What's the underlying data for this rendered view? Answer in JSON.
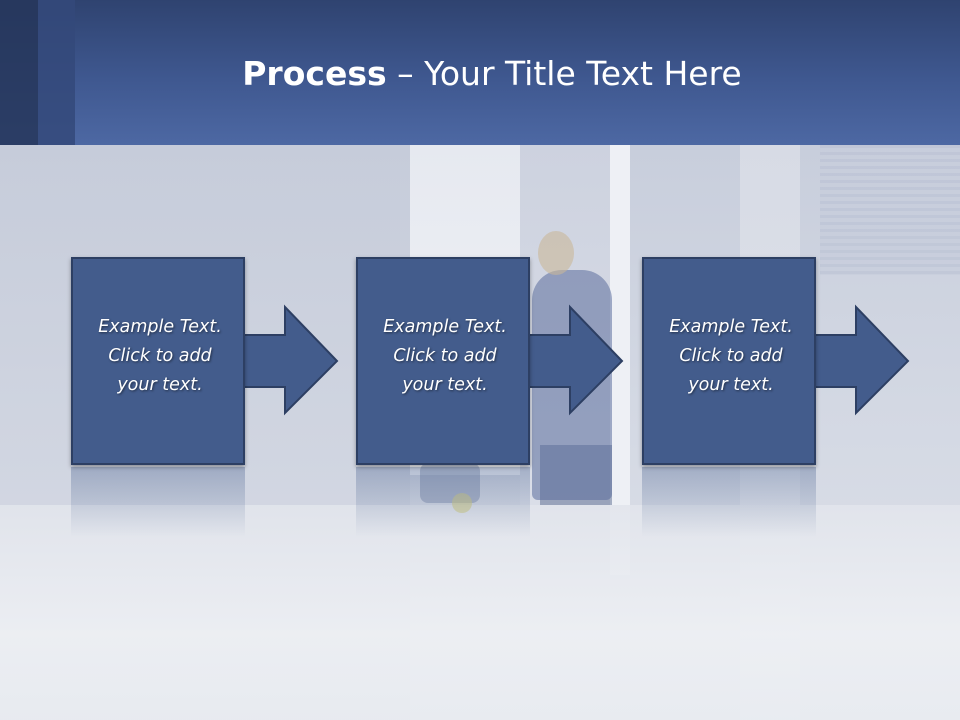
{
  "slide": {
    "title_bold": "Process",
    "title_rest": " – Your Title Text Here"
  },
  "colors": {
    "header": "#3f5890",
    "box_fill": "#435c8c",
    "box_border": "#2d3f63",
    "text": "#ffffff"
  },
  "steps": [
    {
      "line1": "Example Text.",
      "line2": "Click  to add",
      "line3": "your text."
    },
    {
      "line1": "Example Text.",
      "line2": "Click  to add",
      "line3": "your text."
    },
    {
      "line1": "Example Text.",
      "line2": "Click  to add",
      "line3": "your text."
    }
  ],
  "icons": {
    "step_arrow": "right-arrow-icon"
  }
}
